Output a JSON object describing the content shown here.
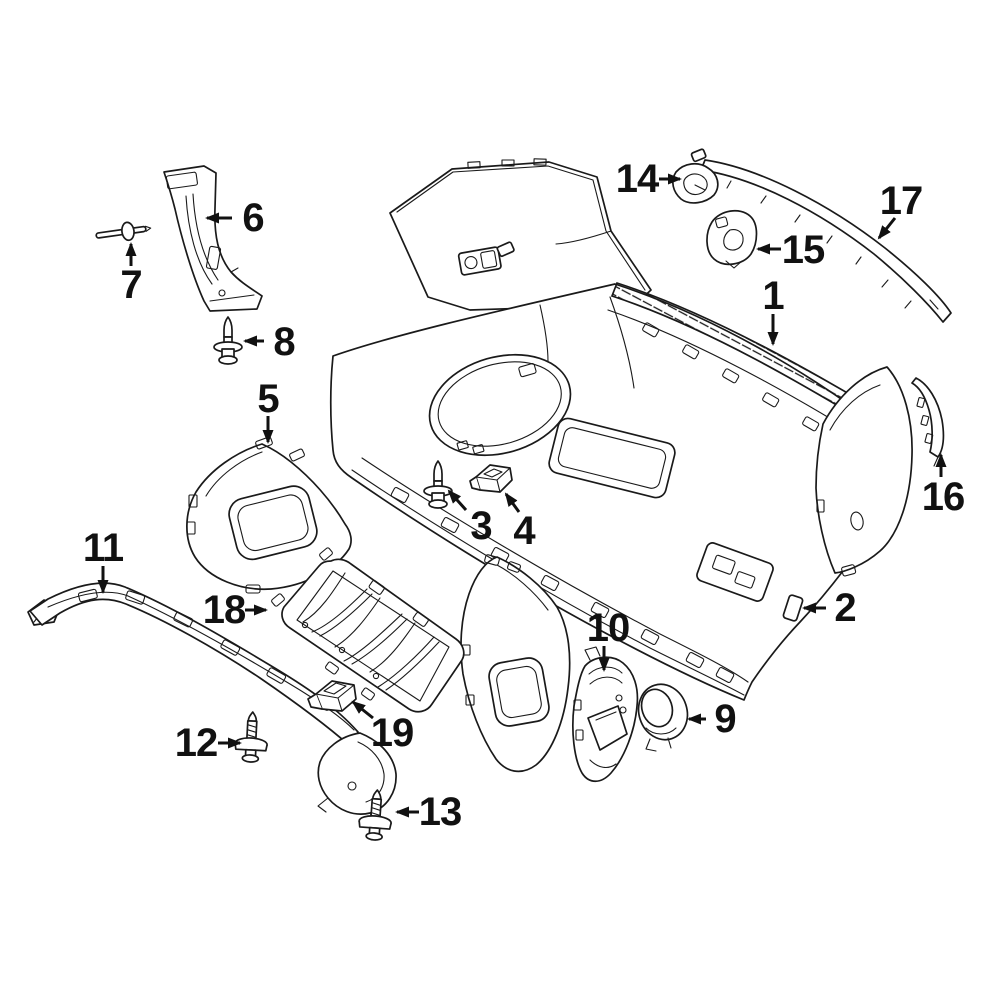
{
  "diagram": {
    "background_color": "#ffffff",
    "line_color": "#1a1a1a",
    "callout_color": "#111111",
    "callouts": [
      {
        "number": "1"
      },
      {
        "number": "2"
      },
      {
        "number": "3"
      },
      {
        "number": "4"
      },
      {
        "number": "5"
      },
      {
        "number": "6"
      },
      {
        "number": "7"
      },
      {
        "number": "8"
      },
      {
        "number": "9"
      },
      {
        "number": "10"
      },
      {
        "number": "11"
      },
      {
        "number": "12"
      },
      {
        "number": "13"
      },
      {
        "number": "14"
      },
      {
        "number": "15"
      },
      {
        "number": "16"
      },
      {
        "number": "17"
      },
      {
        "number": "18"
      },
      {
        "number": "19"
      }
    ]
  }
}
